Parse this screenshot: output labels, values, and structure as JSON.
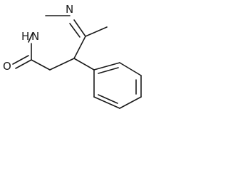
{
  "structure": {
    "atom_labels": {
      "nitrogen_ring": "N",
      "nitrogen_nh": "H",
      "nitrogen_nh_n": "N",
      "carbonyl_oxygen": "O"
    },
    "colors": {
      "bond": "#1a1a1a",
      "label": "#1a1a1a",
      "background": "#ffffff"
    }
  }
}
